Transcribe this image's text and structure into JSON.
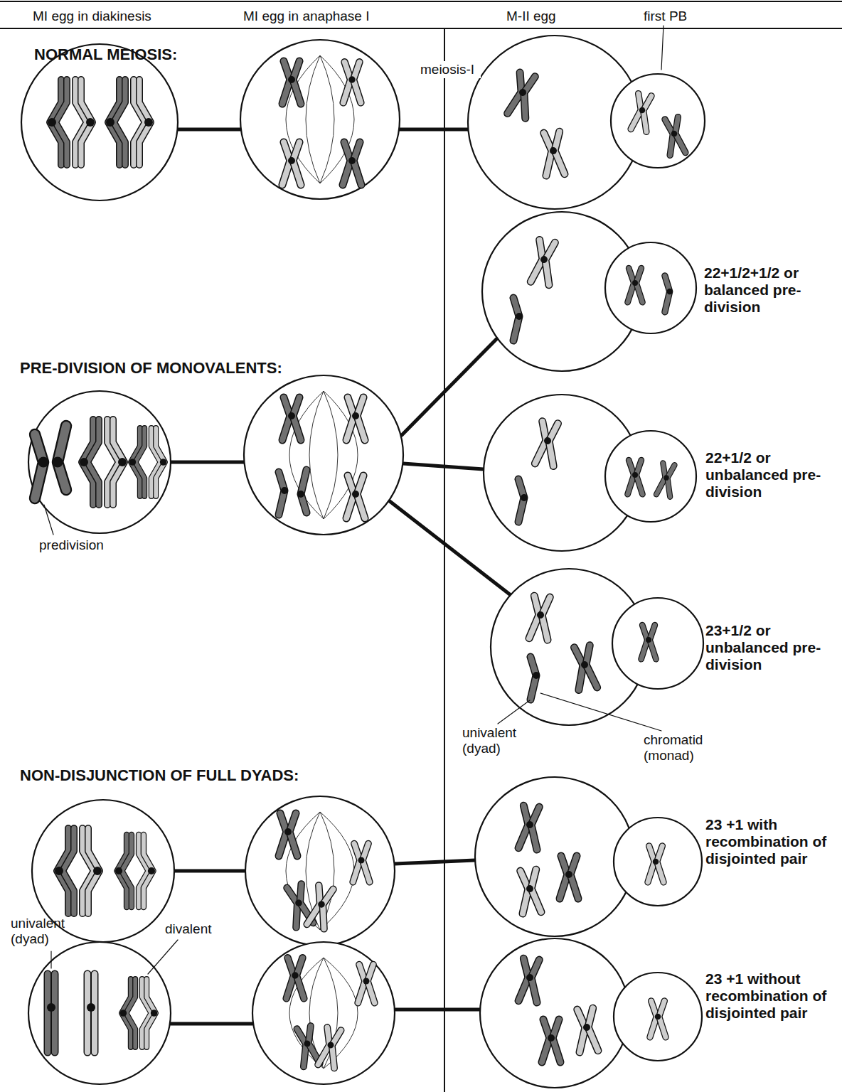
{
  "diagram": {
    "labels": [
      "MI egg in diakinesis",
      "MI egg in anaphase I",
      "M-II egg",
      "first PB",
      "NORMAL MEIOSIS:",
      "meiosis-I",
      "22+1/2+1/2 or balanced pre-division",
      "PRE-DIVISION OF MONOVALENTS:",
      "22+1/2 or unbalanced pre-division",
      "predivision",
      "23+1/2 or unbalanced pre-division",
      "univalent (dyad)",
      "chromatid (monad)",
      "NON-DISJUNCTION OF FULL DYADS:",
      "23 +1 with recombination of disjointed pair",
      "univalent (dyad)",
      "divalent",
      "23 +1 without recombination of disjointed pair"
    ]
  }
}
